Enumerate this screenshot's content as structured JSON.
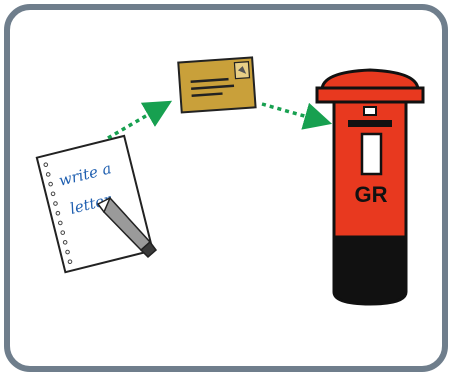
{
  "note": {
    "line1": "write a",
    "line2": "letter"
  },
  "postbox": {
    "cipher": "GR"
  },
  "colors": {
    "frame": "#6f7e8c",
    "arrow": "#17a050",
    "envelope": "#c9a03a",
    "postbox_red": "#e8391f",
    "postbox_base": "#111111",
    "ink": "#1f5fb0"
  }
}
